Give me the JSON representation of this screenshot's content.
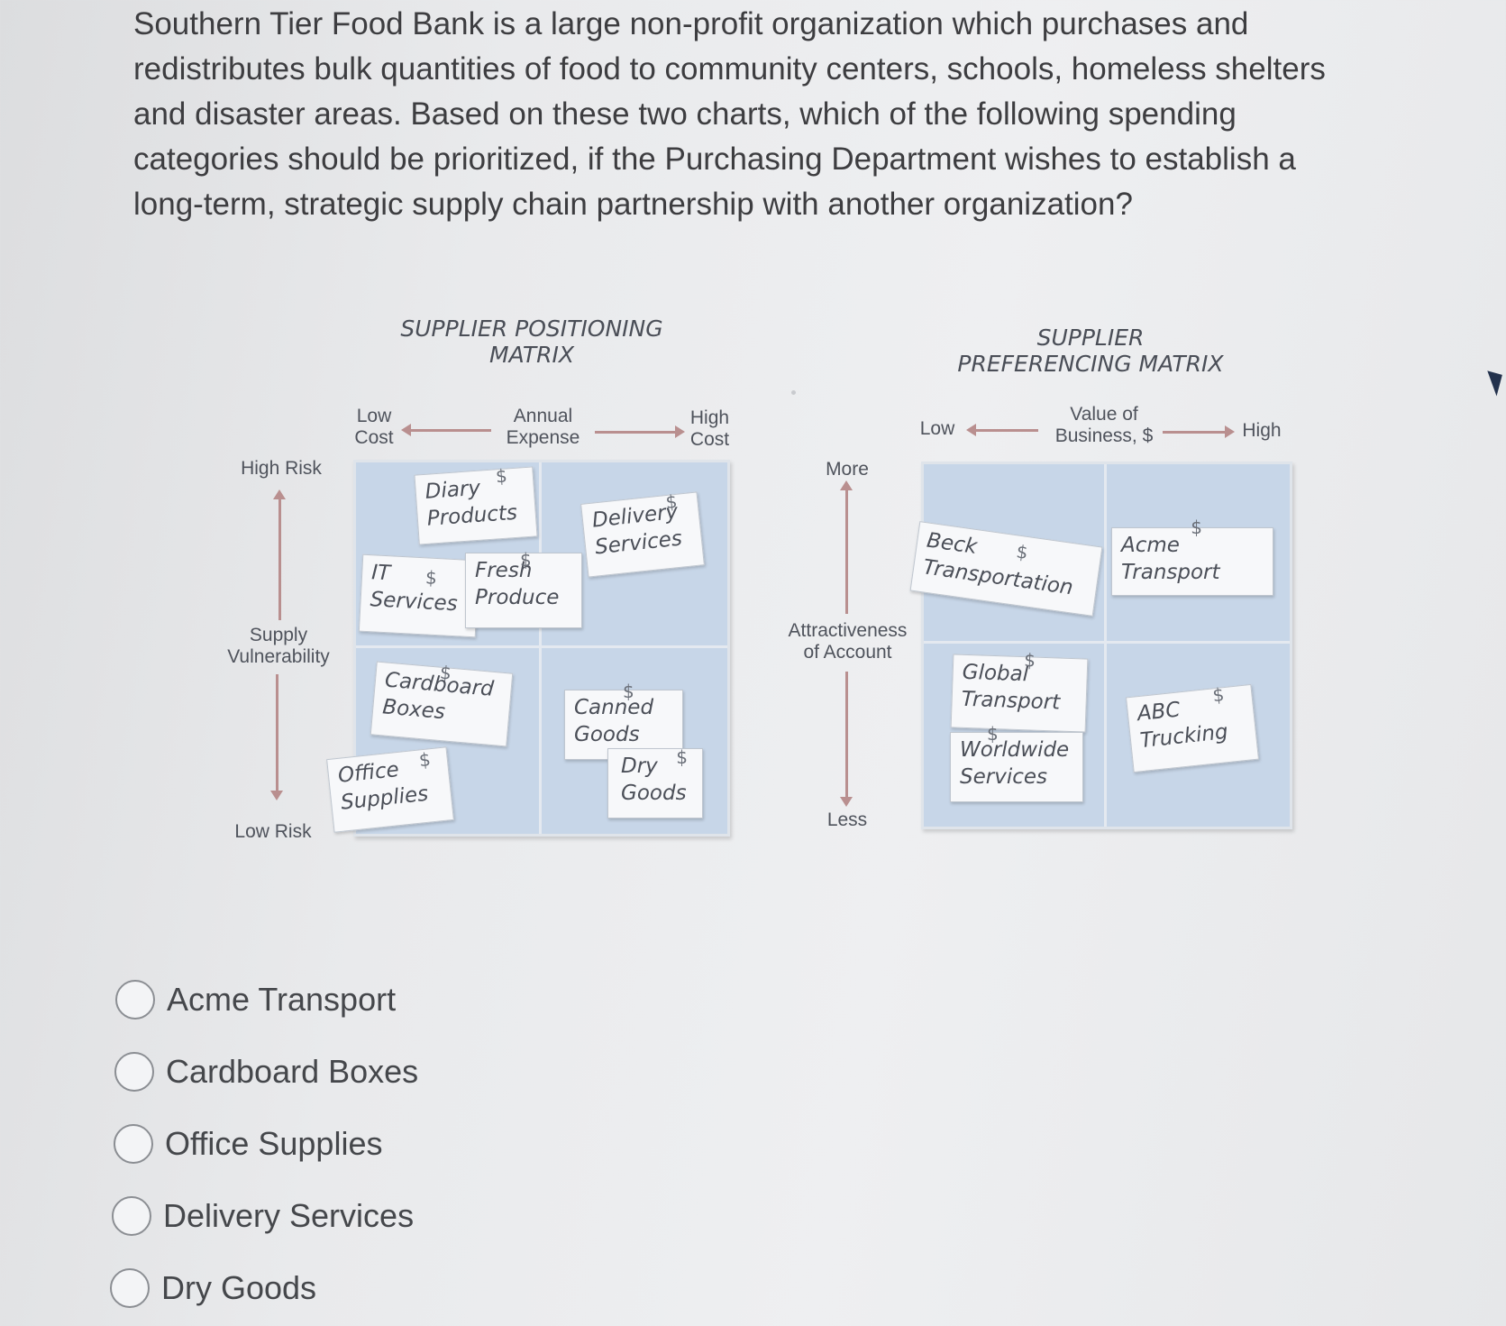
{
  "question": "Southern Tier Food Bank is a large non-profit organization which purchases and redistributes bulk quantities of food to community centers, schools, homeless shelters and disaster areas. Based on these two charts, which of the following spending categories should be prioritized, if the Purchasing Department wishes to establish a long-term, strategic supply chain partnership with another organization?",
  "positioning": {
    "title_1": "SUPPLIER POSITIONING",
    "title_2": "MATRIX",
    "low_cost_1": "Low",
    "low_cost_2": "Cost",
    "annual_1": "Annual",
    "annual_2": "Expense",
    "high_cost_1": "High",
    "high_cost_2": "Cost",
    "high_risk": "High Risk",
    "supply_1": "Supply",
    "supply_2": "Vulnerability",
    "low_risk": "Low Risk",
    "cards": {
      "diary_1": "Diary",
      "diary_2": "Products",
      "delivery_1": "Delivery",
      "delivery_2": "Services",
      "it_1": "IT",
      "it_2": "Services",
      "fresh_1": "Fresh",
      "fresh_2": "Produce",
      "cardboard_1": "Cardboard",
      "cardboard_2": "Boxes",
      "canned_1": "Canned",
      "canned_2": "Goods",
      "office_1": "Office",
      "office_2": "Supplies",
      "dry_1": "Dry",
      "dry_2": "Goods"
    }
  },
  "preferencing": {
    "title_1": "SUPPLIER",
    "title_2": "PREFERENCING MATRIX",
    "low": "Low",
    "value_1": "Value of",
    "value_2": "Business, $",
    "high": "High",
    "more": "More",
    "attr_1": "Attractiveness",
    "attr_2": "of Account",
    "less": "Less",
    "cards": {
      "beck_1": "Beck",
      "beck_2": "Transportation",
      "acme_1": "Acme",
      "acme_2": "Transport",
      "global_1": "Global",
      "global_2": "Transport",
      "abc_1": "ABC",
      "abc_2": "Trucking",
      "world_1": "Worldwide",
      "world_2": "Services"
    }
  },
  "pin_glyph": "$",
  "options": [
    "Acme Transport",
    "Cardboard Boxes",
    "Office Supplies",
    "Delivery Services",
    "Dry Goods"
  ]
}
